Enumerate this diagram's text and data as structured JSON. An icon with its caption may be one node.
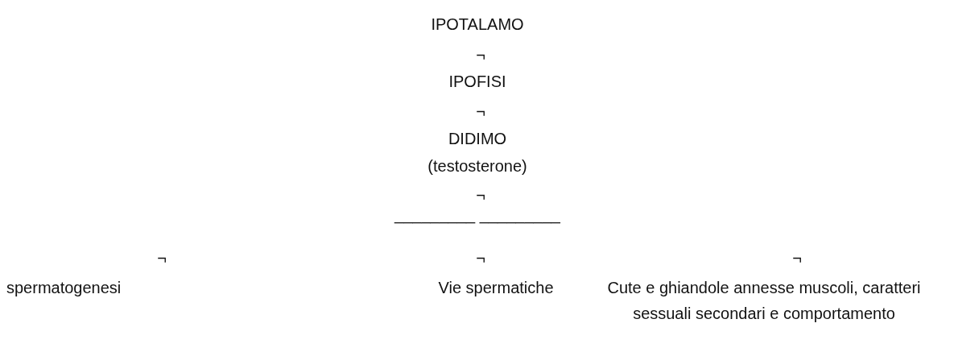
{
  "diagram": {
    "labels": [
      "IPOTALAMO",
      "¬",
      "IPOFISI",
      "¬",
      "DIDIMO",
      "(testosterone)",
      "¬",
      "_________ _________",
      "¬",
      "¬",
      "¬",
      "spermatogenesi",
      "Vie spermatiche",
      "Cute e ghiandole annesse muscoli, caratteri sessuali secondari e comportamento"
    ]
  }
}
